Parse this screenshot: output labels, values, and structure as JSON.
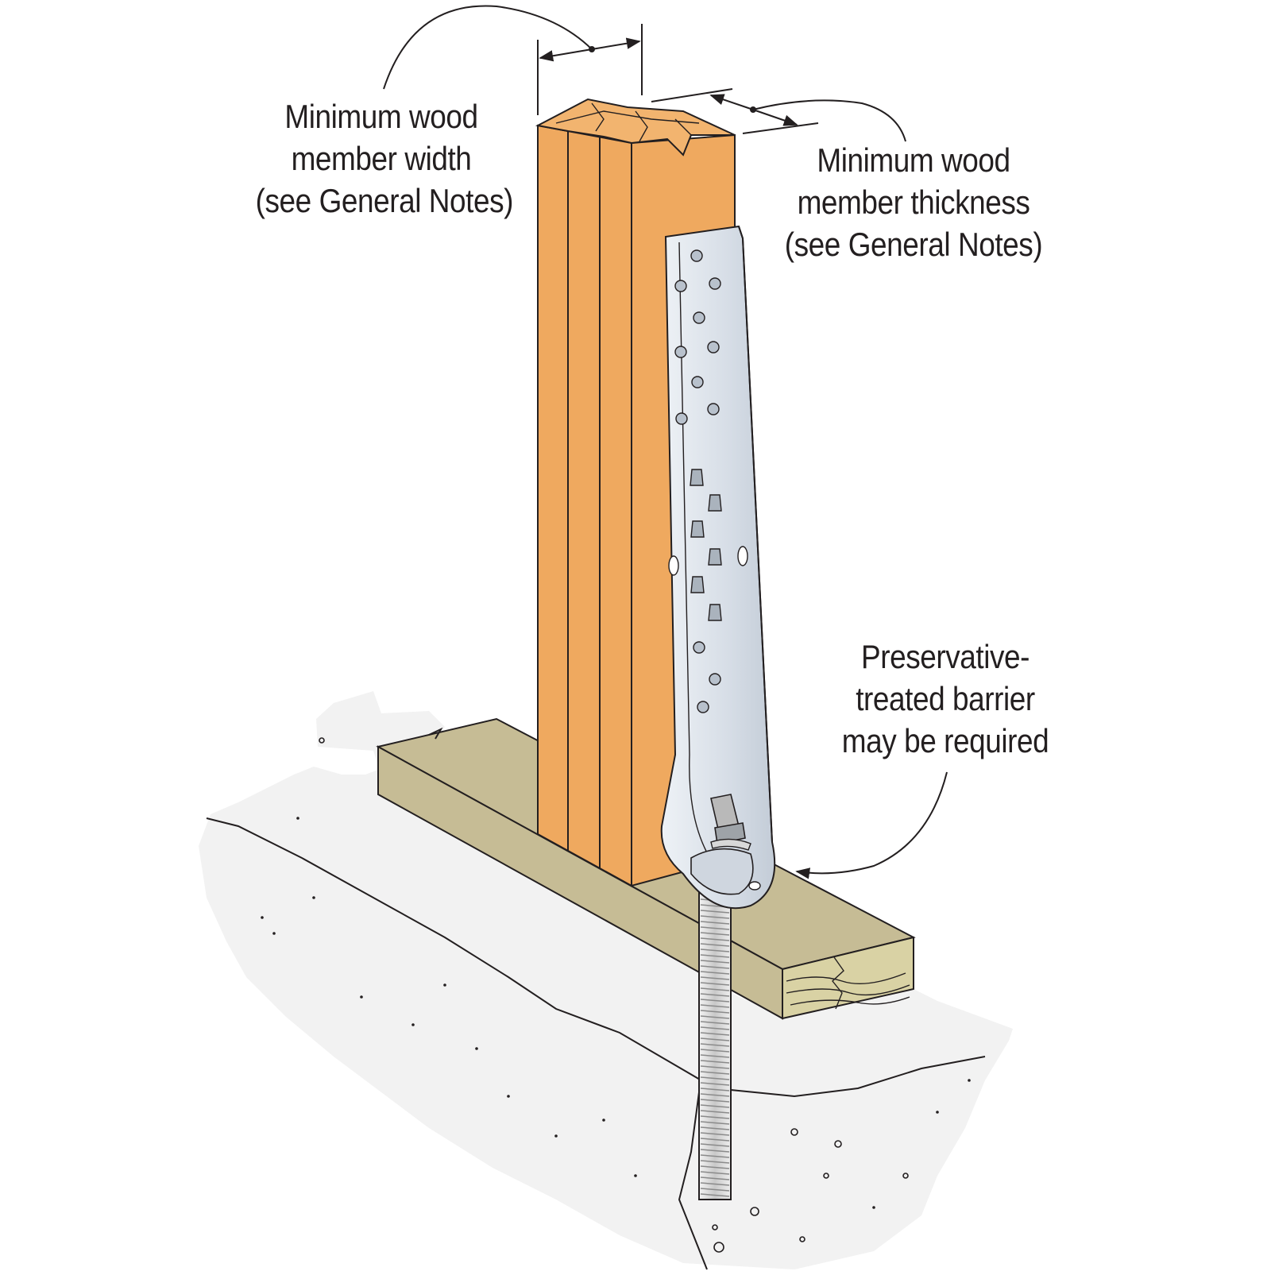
{
  "labels": {
    "width": [
      "Minimum wood",
      "member width",
      "(see General Notes)"
    ],
    "thickness": [
      "Minimum wood",
      "member thickness",
      "(see General Notes)"
    ],
    "barrier": [
      "Preservative-",
      "treated barrier",
      "may be required"
    ]
  },
  "colors": {
    "stud": "#efa95f",
    "stud_end": "#f2b46f",
    "sill_top": "#c6bc95",
    "sill_end": "#d9d2a4",
    "concrete": "#f2f2f2",
    "bracket": "#dde3ea",
    "outline": "#231f20"
  }
}
